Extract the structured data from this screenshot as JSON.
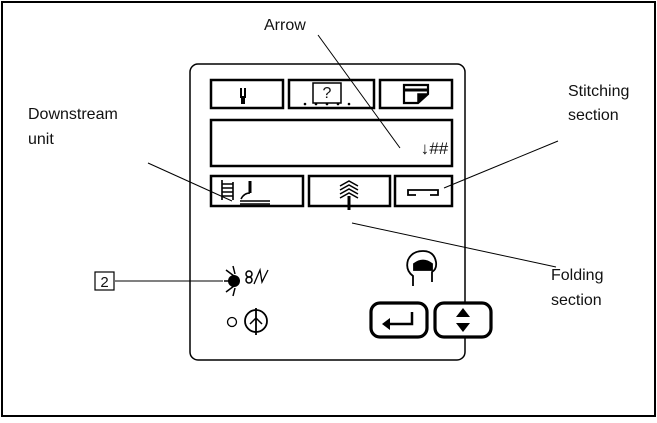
{
  "labels": {
    "arrow": "Arrow",
    "downstream_line1": "Downstream",
    "downstream_line2": "unit",
    "stitching_line1": "Stitching",
    "stitching_line2": "section",
    "folding_line1": "Folding",
    "folding_line2": "section",
    "callout_number": "2"
  },
  "panel": {
    "display_text": "↓##",
    "help_icon_text": "?"
  },
  "icons": {
    "top_row": [
      "wrench-icon",
      "help-screen-icon",
      "paper-jam-icon"
    ],
    "section_row": [
      "downstream-unit-icon",
      "folding-section-icon",
      "stitching-section-icon"
    ],
    "indicators": [
      "error-indicator-icon",
      "power-indicator-icon"
    ],
    "operator_keys": [
      "operator-icon",
      "enter-key-icon",
      "up-down-key-icon"
    ]
  },
  "colors": {
    "line": "#000000",
    "background": "#ffffff"
  }
}
